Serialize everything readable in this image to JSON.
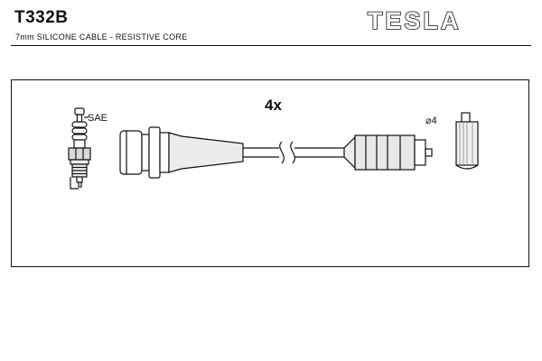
{
  "header": {
    "part_number": "T332B",
    "description": "7mm SILICONE CABLE - RESISTIVE CORE",
    "brand": "TESLA"
  },
  "diagram": {
    "quantity_label": "4x",
    "sae_label": "SAE",
    "diameter_label": "⌀4"
  },
  "colors": {
    "line": "#111111",
    "fill_light": "#e8e8e8",
    "background": "#ffffff"
  }
}
